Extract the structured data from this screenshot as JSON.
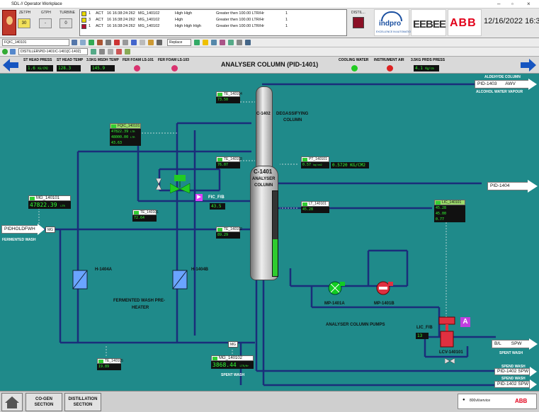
{
  "window": {
    "title": "SDL // Operator Workplace"
  },
  "header": {
    "zone_labels": [
      "ZETPH",
      "GTPH",
      "TURBINE"
    ],
    "zone_values": [
      "30",
      "-",
      "0"
    ],
    "status_box": "DISTIL...",
    "date_time": "12/16/2022 16:38",
    "logos": {
      "indpro": "indpro",
      "indpro_tag": "EXCELLENCE IN AUTOMATION",
      "eebee": "EEBEE",
      "abb": "ABB"
    }
  },
  "alarms": [
    {
      "flag": "1",
      "state": "ACT",
      "time": "16 16:38:24:262",
      "tag": "MG_140102",
      "cond": "High High",
      "desc": "Greater then 100.00 LTR/Hr",
      "prio": "1",
      "color": "#e8d800"
    },
    {
      "flag": "3",
      "state": "ACT",
      "time": "16 16:38:24:262",
      "tag": "MG_140102",
      "cond": "High",
      "desc": "Greater then 100.00 LTR/Hr",
      "prio": "1",
      "color": "#e8d800"
    },
    {
      "flag": "1",
      "state": "ACT",
      "time": "16 16:38:24:262",
      "tag": "MG_140102",
      "cond": "High High High",
      "desc": "Greater then 100.00 LTR/Hr",
      "prio": "1",
      "color": "#b01030"
    }
  ],
  "toolbar": {
    "tag_select": "FQIC_140101",
    "mode_select": "Replace",
    "display_select": "DISTILLER\\PID-1401\\C-1401[C-1402]"
  },
  "nav": {
    "title": "ANALYSER COLUMN  (PID-1401)",
    "stats": [
      {
        "label": "ST HEAD PRESS",
        "value": "1.6",
        "unit": "KG/CM2"
      },
      {
        "label": "ST HEAD TEMP",
        "value": "128.3",
        "unit": ""
      },
      {
        "label": "3.5KG MSDH TEMP",
        "value": "145.9",
        "unit": ""
      },
      {
        "label": "FER FOAM LS-101",
        "value": "",
        "unit": ""
      },
      {
        "label": "FER FOAM LS-103",
        "value": "",
        "unit": ""
      }
    ],
    "right_stats": [
      {
        "label": "COOLING WATER",
        "color": "#22cc22"
      },
      {
        "label": "INSTRUMENT AIR",
        "color": "#dd2222"
      },
      {
        "label": "3.5KG PRDS PRESS",
        "value": "4.1",
        "unit": "Kg/cm"
      }
    ]
  },
  "process": {
    "col_c1402": "C-1402",
    "degass": "DEGASSIFYING",
    "degass2": "COLUMN",
    "col_c1401": "C-1401",
    "analyser": "ANALYSER",
    "analyser2": "COLUMN",
    "h1404a": "H-1404A",
    "h1404b": "H-1404B",
    "fermented_pre": "FERMENTED WASH PRE-",
    "heater": "HEATER",
    "pumps_label": "ANALYSER COLUMN PUMPS",
    "mp1401a": "MP-1401A",
    "mp1401b": "MP-1401B",
    "lcv": "LCV-140101",
    "lic_fb": "LIC_F/B",
    "lic_fb_val": "13",
    "fic_fb": "FIC_F/B",
    "fic_fb_val": "43.5",
    "mg_small1": "MG",
    "mg_small2": "MG",
    "fermented_wash": "FERMENTED WASH",
    "spent_wash": "SPENT WASH",
    "spent_wash2": "SPENT WASH",
    "spend_wash1": "SPEND WASH",
    "spend_wash2": "SPEND WASH",
    "aldehyde": "ALDEHYDE COLUMN",
    "alcohol_vapour": "ALCOHOL WATER VAPOUR",
    "badge_a": "A"
  },
  "arrows": {
    "pid1403": "PID-1403",
    "awv": "AWV",
    "pid1404": "PID-1404",
    "pidhold": "PIDHOLD",
    "fwh": "FWH",
    "bl": "B/L",
    "spw": "SPW",
    "pid1402a": "PID-1402",
    "spw2": "SPW",
    "pid1402b": "PID-1402",
    "spw3": "SPW"
  },
  "tags": {
    "te140104": {
      "name": "TE_140104",
      "value": "73.50"
    },
    "te140103": {
      "name": "TE_140103",
      "value": "76.07"
    },
    "pt140101": {
      "name": "PT_140101",
      "value": "0.57",
      "unit": "kg/cm2",
      "big": "0.5720 KG/CM2"
    },
    "lt140101": {
      "name": "LT_140101",
      "value": "45.28"
    },
    "te140101": {
      "name": "TE_140101",
      "value": "72.64"
    },
    "te140102": {
      "name": "TE_140102",
      "value": "89.29"
    },
    "te140105": {
      "name": "TE_140105",
      "value": "19.89"
    },
    "fqic": {
      "name": "FQIC_140101",
      "v1": "47822.39",
      "v1u": "LTR",
      "v2": "48000.00",
      "v2u": "LTR",
      "v3": "43.63"
    },
    "lic": {
      "name": "LIC_140101",
      "v1": "45.28",
      "v2": "45.00",
      "v3": "0.77"
    },
    "mg140101": {
      "name": "MG_140101",
      "value": "47822.39",
      "unit": "LTR"
    },
    "mg140102": {
      "name": "MG_140102",
      "value": "3868.44",
      "unit": "LTR/Hr"
    }
  },
  "bottom": {
    "cogen": "CO-GEN",
    "cogen2": "SECTION",
    "distill": "DISTILLATION",
    "distill2": "SECTION",
    "user": "800vl/service",
    "abb": "ABB"
  }
}
